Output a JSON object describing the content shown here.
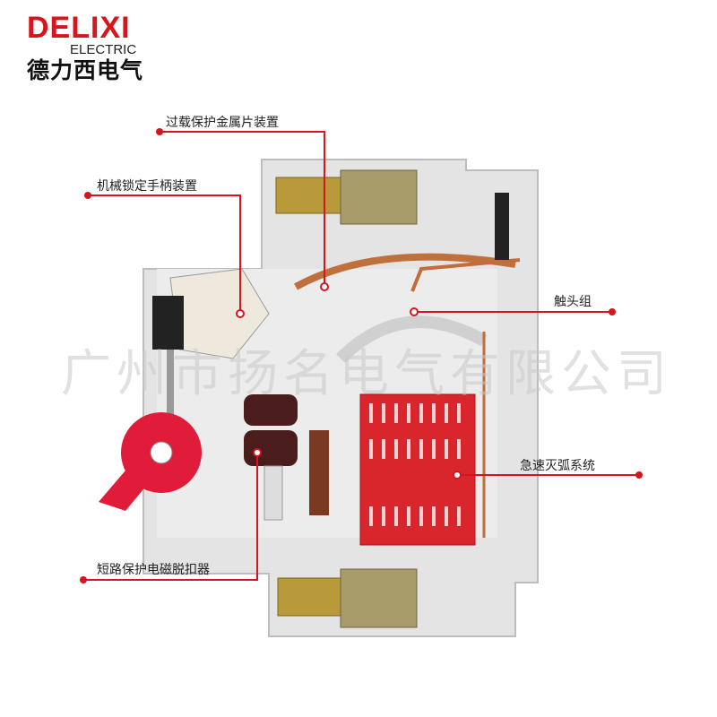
{
  "logo": {
    "brand": "DELIXI",
    "sub": "ELECTRIC",
    "chinese": "德力西电气"
  },
  "watermark": "广州市扬名电气有限公司",
  "labels": {
    "overload": "过载保护金属片装置",
    "handle_lock": "机械锁定手柄装置",
    "contacts": "触头组",
    "arc": "急速灭弧系统",
    "short_circuit": "短路保护电磁脱扣器"
  },
  "colors": {
    "accent": "#d8141c",
    "body": "#e6e6e6",
    "arc_chute": "#d9262c"
  }
}
